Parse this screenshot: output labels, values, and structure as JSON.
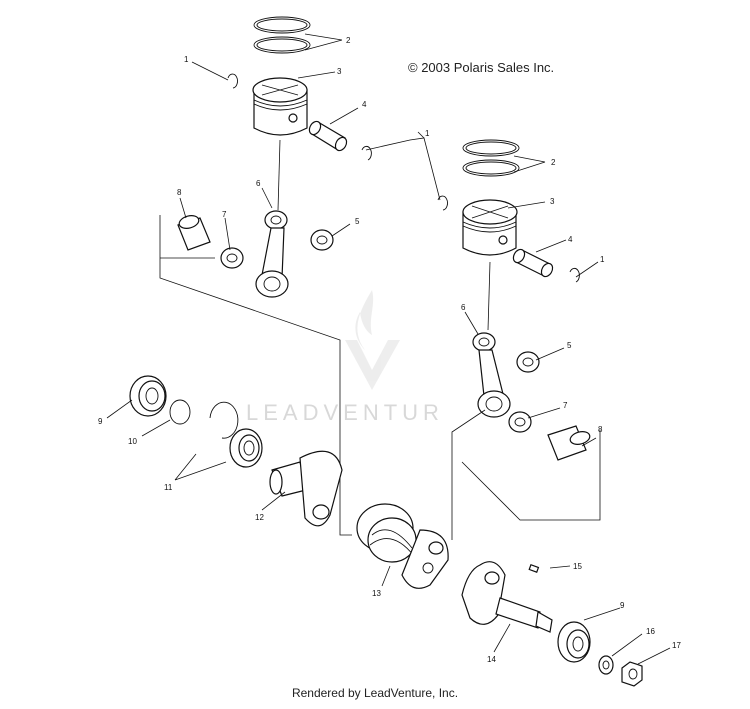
{
  "copyright": "© 2003 Polaris Sales Inc.",
  "footer": "Rendered by LeadVenture, Inc.",
  "watermark": "LEADVENTUR",
  "callouts": [
    "1",
    "2",
    "3",
    "4",
    "1",
    "2",
    "3",
    "4",
    "1",
    "5",
    "6",
    "7",
    "8",
    "6",
    "5",
    "7",
    "8",
    "9",
    "10",
    "11",
    "12",
    "13",
    "14",
    "15",
    "9",
    "16",
    "17"
  ]
}
